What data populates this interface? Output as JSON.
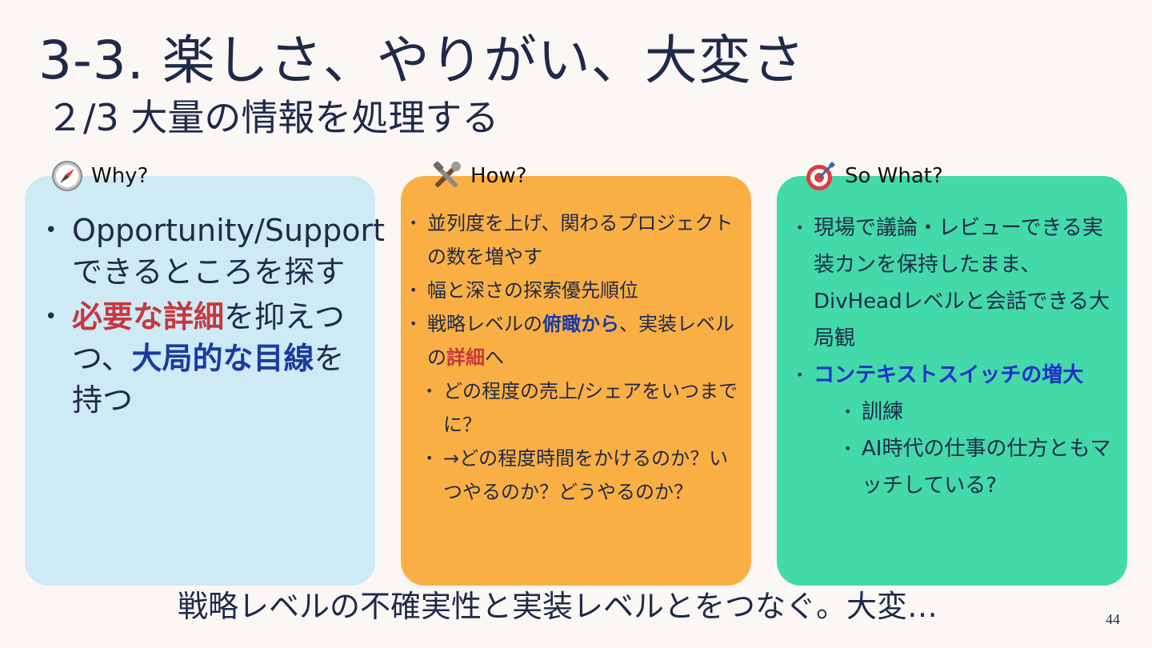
{
  "title": "3-3. 楽しさ、やりがい、大変さ",
  "subtitle": "２/3 大量の情報を処理する",
  "why": {
    "label": "Why?",
    "icon": "compass-icon",
    "bg": "#cdeaf5",
    "bullet1": "Opportunity/Supportできるところを探す",
    "bullet2_red": "必要な詳細",
    "bullet2_mid": "を抑えつつ、",
    "bullet2_blue": "大局的な目線",
    "bullet2_end": "を持つ"
  },
  "how": {
    "label": "How?",
    "icon": "tools-icon",
    "bg": "#faaf45",
    "bullet1": "並列度を上げ、関わるプロジェクトの数を増やす",
    "bullet2": "幅と深さの探索優先順位",
    "bullet3_start": "戦略レベルの",
    "bullet3_blue": "俯瞰から",
    "bullet3_mid": "、実装レベルの",
    "bullet3_red": "詳細",
    "bullet3_end": "へ",
    "sub1": "どの程度の売上/シェアをいつまでに？",
    "sub2": "→どの程度時間をかけるのか？いつやるのか？どうやるのか？"
  },
  "so_what": {
    "label": "So What?",
    "icon": "target-icon",
    "bg": "#43d9a9",
    "bullet1": "現場で議論・レビューできる実装カンを保持したまま、DivHeadレベルと会話できる大局観",
    "bullet2": "コンテキストスイッチの増大",
    "sub1": "訓練",
    "sub2": "AI時代の仕事の仕方ともマッチしている?"
  },
  "footer": "戦略レベルの不確実性と実装レベルとをつなぐ。大変…",
  "page_number": "44"
}
